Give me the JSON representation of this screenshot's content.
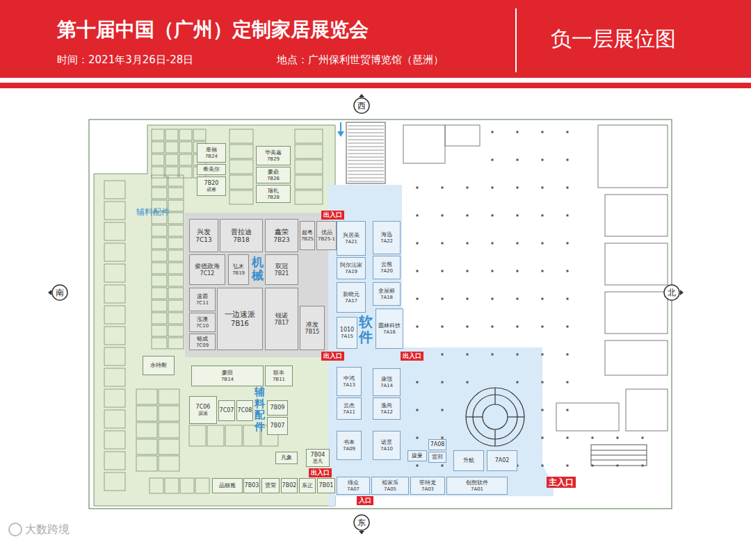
{
  "diagram": {
    "title": "第十届中国（广州）定制家居展览会",
    "nodes": [
      {
        "text": [
          "幸福",
          "7B24"
        ]
      },
      {
        "text": [
          "希美尔"
        ]
      },
      {
        "text": [
          "7B20",
          "成睿"
        ]
      },
      {
        "text": [
          "华美嘉",
          "7B29"
        ]
      },
      {
        "text": [
          "豪鼎",
          "7B26"
        ]
      },
      {
        "text": [
          "瑞礼",
          "7B28"
        ]
      },
      {
        "text": [
          "兴发",
          "7C13"
        ]
      },
      {
        "text": [
          "普拉迪",
          "7B18"
        ]
      },
      {
        "text": [
          "鑫荣",
          "7B23"
        ]
      },
      {
        "text": [
          "超粤",
          "7B25"
        ]
      },
      {
        "text": [
          "优品",
          "7B25-1"
        ]
      },
      {
        "text": [
          "俊德政海",
          "7C12"
        ]
      },
      {
        "text": [
          "弘木",
          "7B19"
        ]
      },
      {
        "text": [
          "双冠",
          "7B21"
        ]
      },
      {
        "text": [
          "速霸",
          "7C11"
        ]
      },
      {
        "text": [
          "一边速派",
          "7B16"
        ]
      },
      {
        "text": [
          "泓澳",
          "7C10"
        ]
      },
      {
        "text": [
          "铭成",
          "7C09"
        ]
      },
      {
        "text": [
          "锐诺",
          "7B17"
        ]
      },
      {
        "text": [
          "准发",
          "7B15"
        ]
      },
      {
        "text": [
          "兴居美",
          "7A21"
        ]
      },
      {
        "text": [
          "海迅",
          "7A22"
        ]
      },
      {
        "text": [
          "阿尔法家",
          "7A19"
        ]
      },
      {
        "text": [
          "云熊",
          "7A20"
        ]
      },
      {
        "text": [
          "新晓元",
          "7A17"
        ]
      },
      {
        "text": [
          "全屋标",
          "7A18"
        ]
      },
      {
        "text": [
          "1010",
          "7A15"
        ]
      },
      {
        "text": [
          "圆林科技",
          "7A16"
        ]
      },
      {
        "text": [
          "中鸿",
          "7A13"
        ]
      },
      {
        "text": [
          "康强",
          "7A14"
        ]
      },
      {
        "text": [
          "云杰",
          "7A11"
        ]
      },
      {
        "text": [
          "逸尚",
          "7A12"
        ]
      },
      {
        "text": [
          "书本",
          "7A09"
        ]
      },
      {
        "text": [
          "诺景",
          "7A10"
        ]
      },
      {
        "text": [
          "旋曼"
        ]
      },
      {
        "text": [
          "7A08"
        ]
      },
      {
        "text": [
          "雷邦"
        ]
      },
      {
        "text": [
          "升航"
        ]
      },
      {
        "text": [
          "7A02"
        ]
      },
      {
        "text": [
          "缔众",
          "7A07"
        ]
      },
      {
        "text": [
          "裕家乐",
          "7A05"
        ]
      },
      {
        "text": [
          "菲特龙",
          "7A03"
        ]
      },
      {
        "text": [
          "创想软件",
          "7A01"
        ]
      },
      {
        "text": [
          "永特耐"
        ]
      },
      {
        "text": [
          "豪田",
          "7B14"
        ]
      },
      {
        "text": [
          "联丰",
          "7B11"
        ]
      },
      {
        "text": [
          "7C06",
          "源派"
        ]
      },
      {
        "text": [
          "7C07"
        ]
      },
      {
        "text": [
          "7C08"
        ]
      },
      {
        "text": [
          "7B09"
        ]
      },
      {
        "text": [
          "7B07"
        ]
      },
      {
        "text": [
          "凡象"
        ]
      },
      {
        "text": [
          "7B04",
          "恩凡"
        ]
      },
      {
        "text": [
          "晶丽雅"
        ]
      },
      {
        "text": [
          "7B03"
        ]
      },
      {
        "text": [
          "贤荣"
        ]
      },
      {
        "text": [
          "7B02"
        ]
      },
      {
        "text": [
          "东正"
        ]
      },
      {
        "text": [
          "7B01"
        ]
      }
    ],
    "labels": [
      "时间：2021年3月26日-28日",
      "地点：广州保利世贸博览馆（琶洲）",
      "负一层展位图",
      "西",
      "南",
      "北",
      "东",
      "辅料配件",
      "机械",
      "软件",
      "辅料配件",
      "出入口",
      "出入口",
      "出入口",
      "出入口",
      "主入口",
      "入口",
      "大数跨境"
    ]
  }
}
